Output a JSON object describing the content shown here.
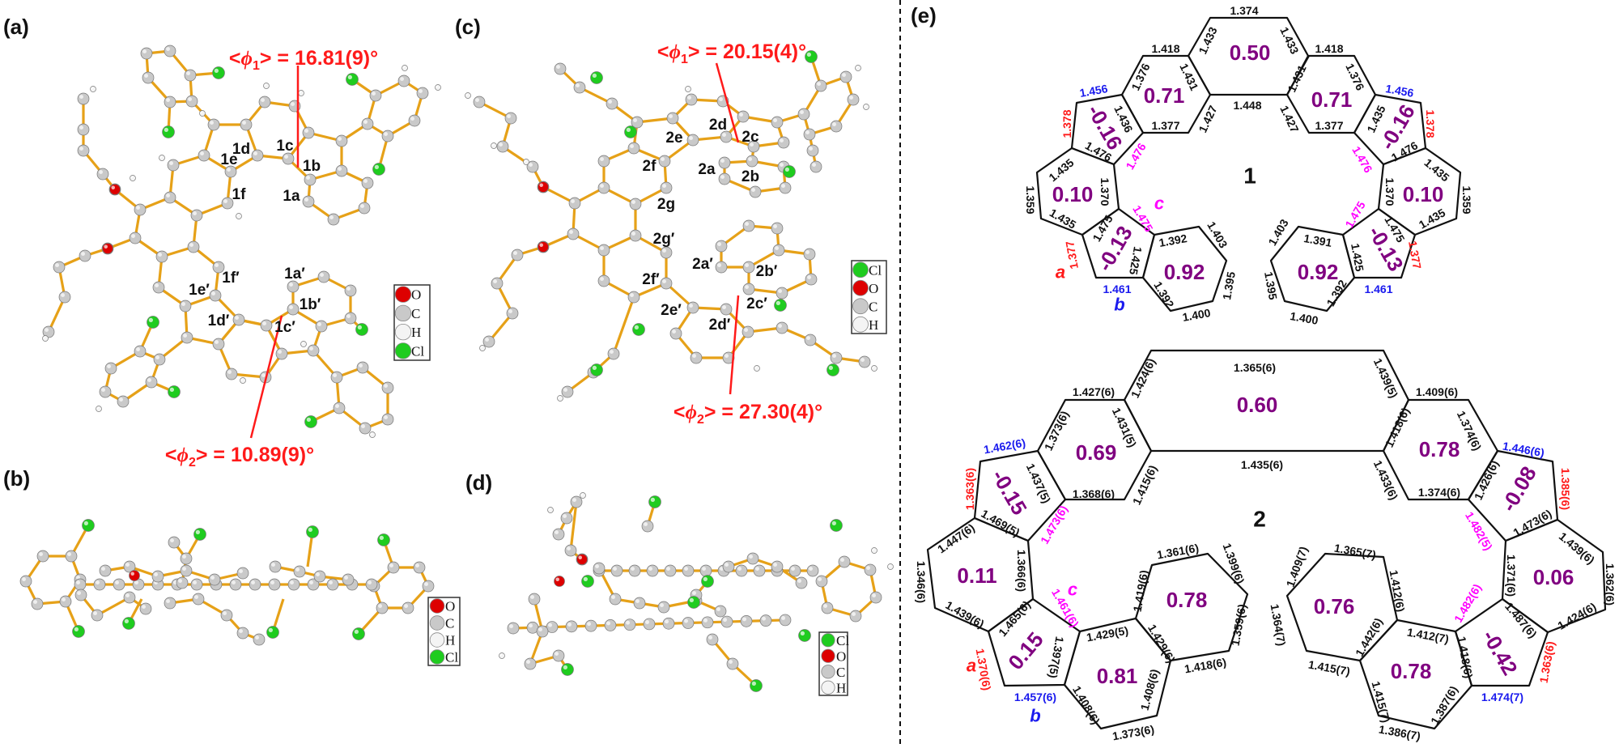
{
  "panels": {
    "a": "(a)",
    "b": "(b)",
    "c": "(c)",
    "d": "(d)",
    "e": "(e)"
  },
  "angles": {
    "a_phi1": {
      "open": "<",
      "sym": "ϕ",
      "sub": "1",
      "close": "> = ",
      "value": "16.81(9)°"
    },
    "a_phi2": {
      "open": "<",
      "sym": "ϕ",
      "sub": "2",
      "close": "> = ",
      "value": "10.89(9)°"
    },
    "c_phi1": {
      "open": "<",
      "sym": "ϕ",
      "sub": "1",
      "close": "> = ",
      "value": "20.15(4)°"
    },
    "c_phi2": {
      "open": "<",
      "sym": "ϕ",
      "sub": "2",
      "close": "> = ",
      "value": "27.30(4)°"
    }
  },
  "atom_labels_1": [
    "1c",
    "1d",
    "1e",
    "1b",
    "1f",
    "1a",
    "1f′",
    "1a′",
    "1e′",
    "1b′",
    "1d′",
    "1c′"
  ],
  "atom_labels_2": [
    "2d",
    "2e",
    "2c",
    "2f",
    "2a",
    "2b",
    "2g",
    "2g′",
    "2a′",
    "2b′",
    "2f′",
    "2c′",
    "2e′",
    "2d′"
  ],
  "legend_ab": [
    "O",
    "C",
    "H",
    "Cl"
  ],
  "legend_cd": [
    "Cl",
    "O",
    "C",
    "H"
  ],
  "structure1": {
    "label": "1",
    "sites": [
      "a",
      "b",
      "c"
    ],
    "bonds": [
      "1.374",
      "1.433",
      "1.433",
      "1.418",
      "1.418",
      "1.376",
      "1.431",
      "1.431",
      "1.376",
      "1.456",
      "1.456",
      "1.448",
      "1.427",
      "1.427",
      "1.377",
      "1.377",
      "1.378",
      "1.378",
      "1.436",
      "1.435",
      "1.476",
      "1.476",
      "1.476",
      "1.476",
      "1.435",
      "1.435",
      "1.359",
      "1.359",
      "1.370",
      "1.370",
      "1.435",
      "1.435",
      "1.475",
      "1.475",
      "1.475",
      "1.475",
      "1.392",
      "1.391",
      "1.403",
      "1.403",
      "1.425",
      "1.425",
      "1.377",
      "1.377",
      "1.461",
      "1.461",
      "1.392",
      "1.392",
      "1.395",
      "1.395",
      "1.400",
      "1.400"
    ],
    "nics": [
      "0.50",
      "0.71",
      "0.71",
      "-0.16",
      "-0.16",
      "0.10",
      "0.10",
      "-0.13",
      "-0.13",
      "0.92",
      "0.92"
    ]
  },
  "structure2": {
    "label": "2",
    "sites": [
      "a",
      "b",
      "c"
    ],
    "bonds": [
      "1.365(6)",
      "1.424(6)",
      "1.439(5)",
      "1.427(6)",
      "1.409(6)",
      "1.373(6)",
      "1.431(5)",
      "1.418(6)",
      "1.374(6)",
      "1.462(6)",
      "1.446(6)",
      "1.435(6)",
      "1.363(6)",
      "1.385(6)",
      "1.437(5)",
      "1.426(6)",
      "1.368(6)",
      "1.415(6)",
      "1.374(6)",
      "1.433(6)",
      "1.469(5)",
      "1.473(6)",
      "1.482(5)",
      "1.473(6)",
      "1.447(6)",
      "1.439(6)",
      "1.346(6)",
      "1.362(6)",
      "1.366(6)",
      "1.371(6)",
      "1.461(6)",
      "1.482(6)",
      "1.361(6)",
      "1.399(6)",
      "1.365(7)",
      "1.409(7)",
      "1.419(6)",
      "1.412(6)",
      "1.359(6)",
      "1.364(7)",
      "1.439(6)",
      "1.465(6)",
      "1.487(6)",
      "1.424(6)",
      "1.429(5)",
      "1.429(6)",
      "1.442(6)",
      "1.412(7)",
      "1.370(6)",
      "1.397(5)",
      "1.418(6)",
      "1.363(6)",
      "1.418(6)",
      "1.415(7)",
      "1.457(6)",
      "1.474(7)",
      "1.408(6)",
      "1.408(6)",
      "1.415(7)",
      "1.387(6)",
      "1.373(6)",
      "1.386(7)"
    ],
    "nics": [
      "0.60",
      "0.69",
      "0.78",
      "-0.15",
      "-0.08",
      "0.11",
      "0.06",
      "0.78",
      "0.76",
      "0.15",
      "-0.42",
      "0.81",
      "0.78"
    ]
  },
  "colors": {
    "bond": "#e6a118",
    "carbon": "#c9c9c9",
    "oxygen": "#dd0000",
    "chlorine": "#1fcc1f",
    "hydrogen": "#f4f4f4",
    "angle": "#ff1a1a",
    "nics": "#800080",
    "site_a": "#ff1a1a",
    "site_b": "#1a1aee",
    "site_c": "#ff00ff"
  }
}
